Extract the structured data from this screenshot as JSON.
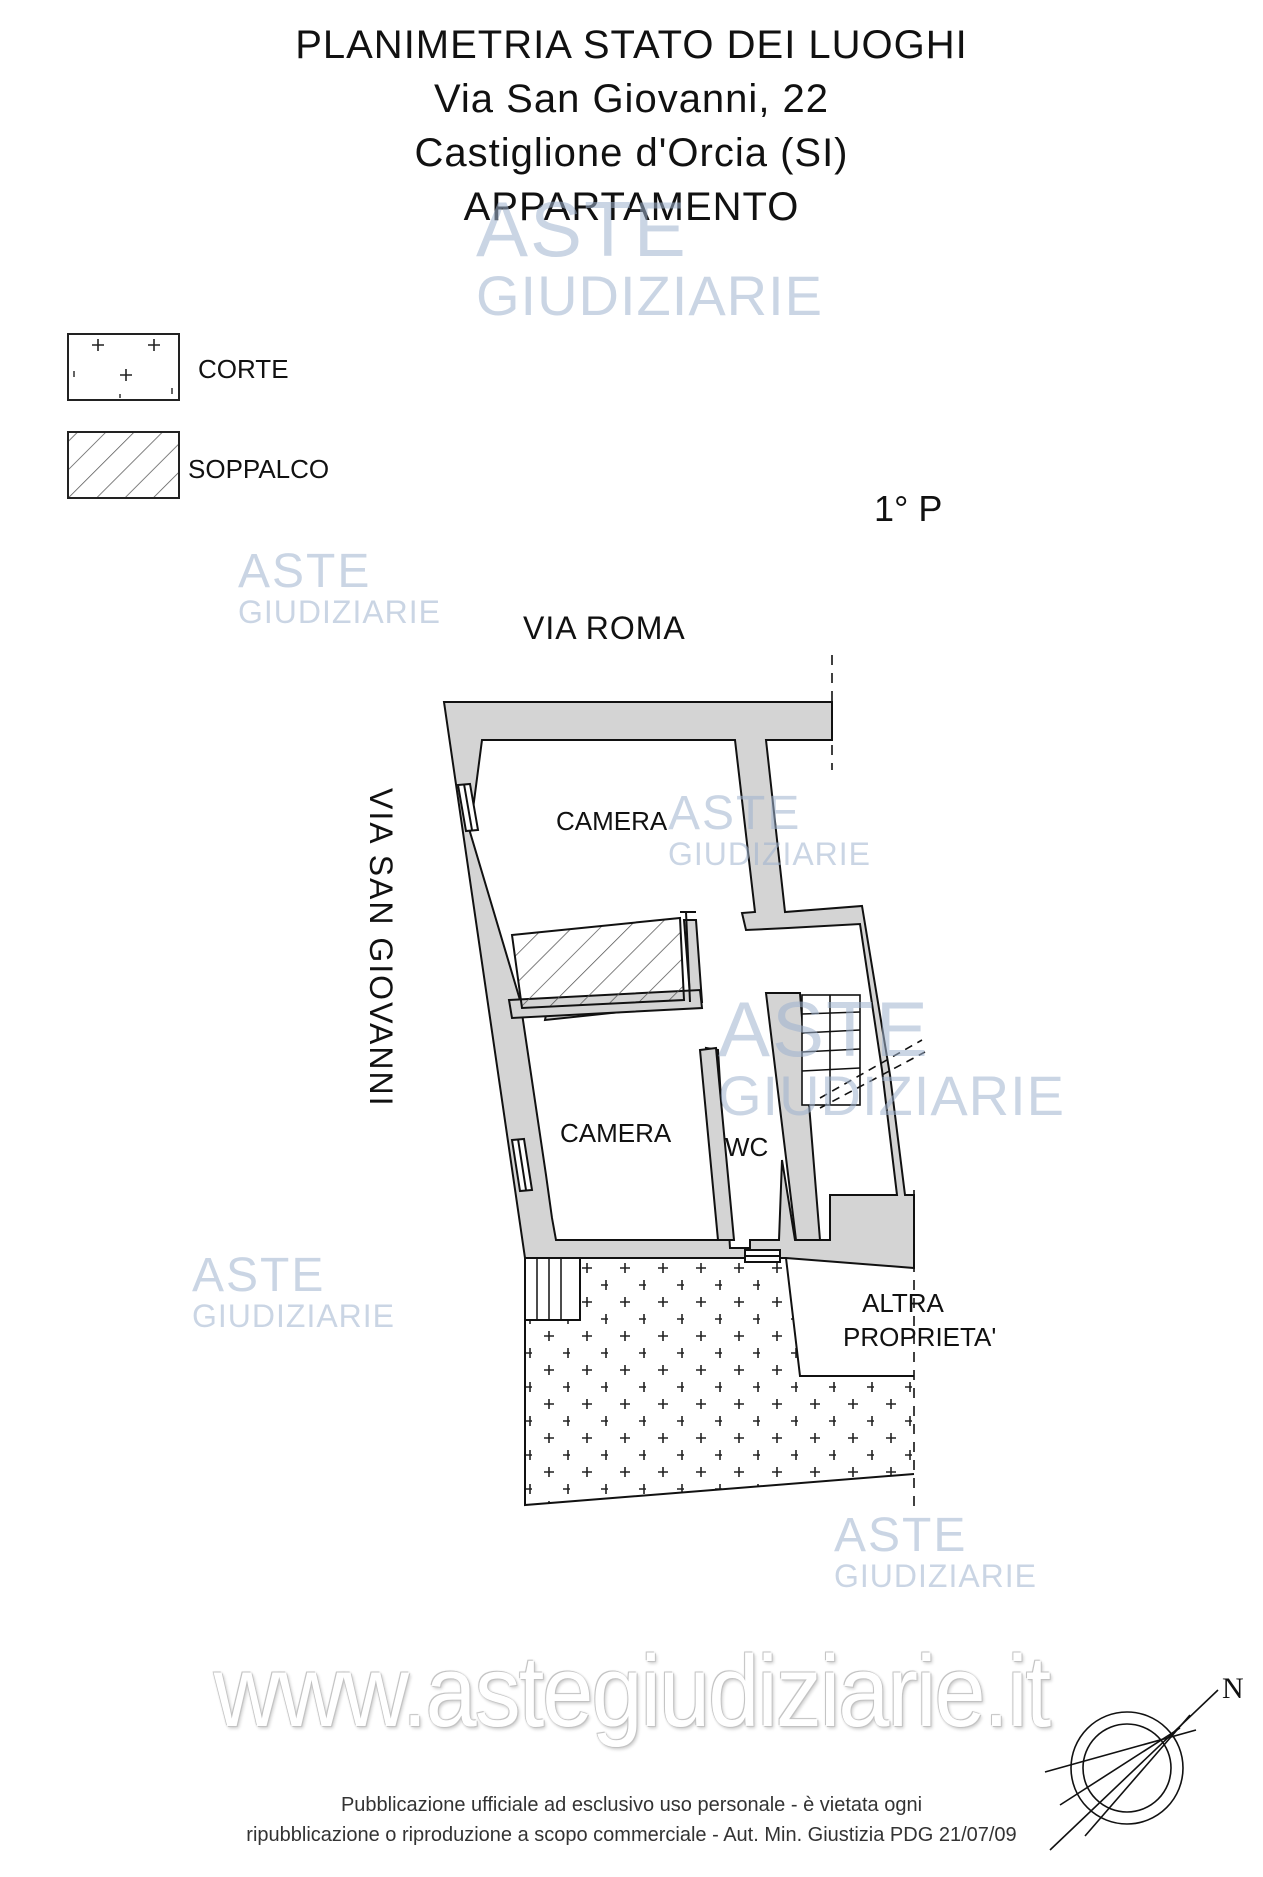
{
  "header": {
    "line1": "PLANIMETRIA STATO DEI LUOGHI",
    "line2": "Via San Giovanni, 22",
    "line3": "Castiglione d'Orcia (SI)",
    "line4": "APPARTAMENTO"
  },
  "legend": {
    "corte": "CORTE",
    "soppalco": "SOPPALCO"
  },
  "floor": "1° P",
  "streets": {
    "north": "VIA ROMA",
    "west": "VIA SAN GIOVANNI"
  },
  "rooms": {
    "camera_top": "CAMERA",
    "camera_bottom": "CAMERA",
    "wc": "WC",
    "altra_1": "ALTRA",
    "altra_2": "PROPRIETA'"
  },
  "watermark": {
    "brand_top": "ASTE",
    "brand_bottom": "GIUDIZIARIE",
    "site": "www.astegiudiziarie.it",
    "disclaimer_1": "Pubblicazione ufficiale ad esclusivo uso personale - è vietata ogni",
    "disclaimer_2": "ripubblicazione o riproduzione a scopo commerciale - Aut. Min. Giustizia PDG 21/07/09"
  },
  "north_arrow": "N",
  "colors": {
    "wall": "#d4d4d4",
    "line": "#111111",
    "watermark": "#9fb3cf"
  }
}
